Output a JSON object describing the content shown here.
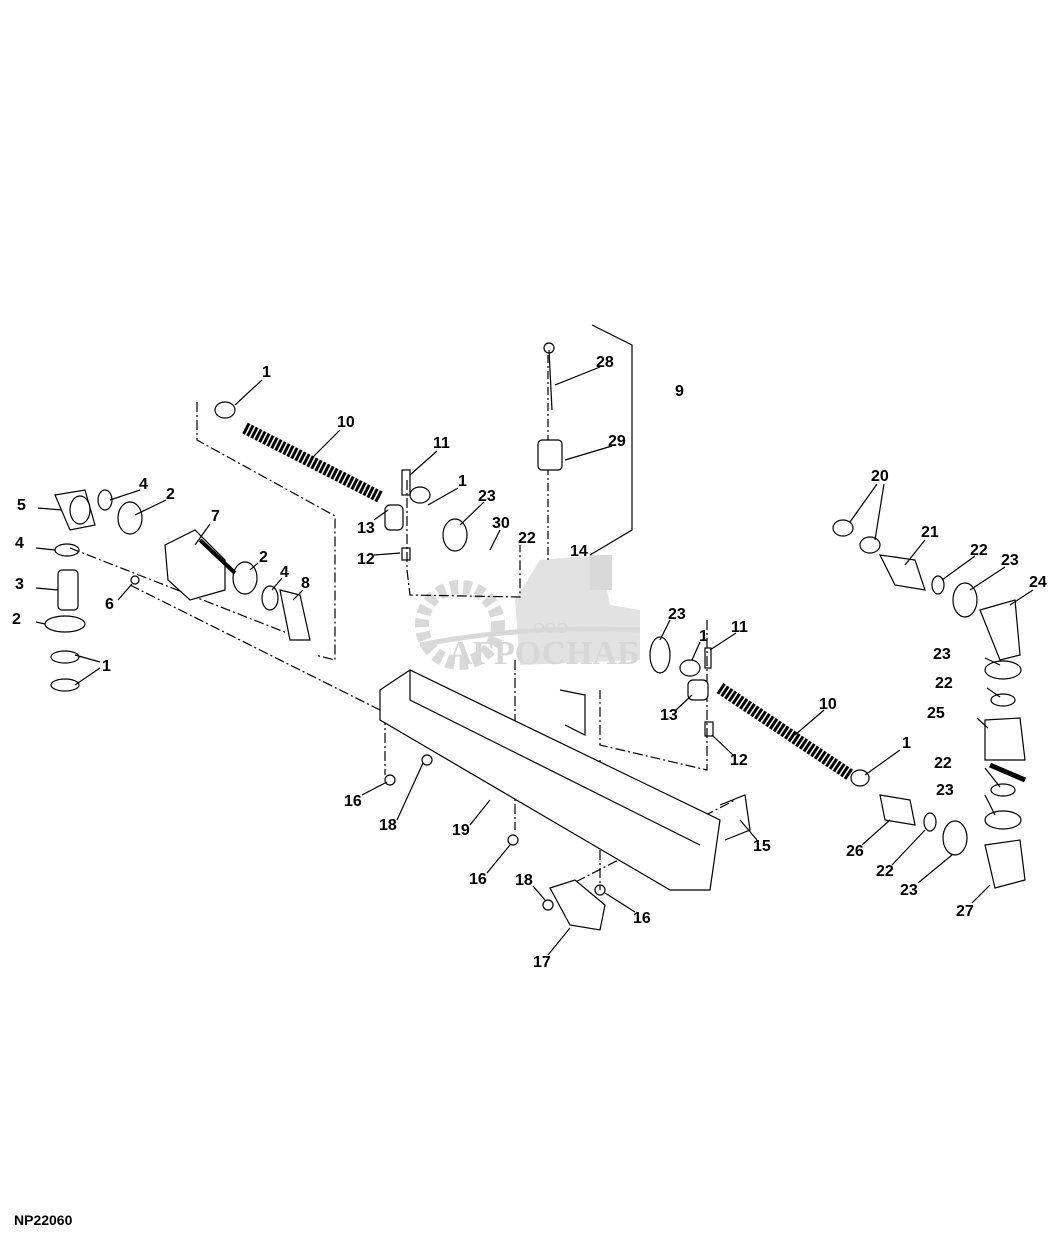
{
  "figure_id": "NP22060",
  "watermark": {
    "line1": "ООО",
    "line2": "АГРОСНАБ"
  },
  "callouts": [
    "1",
    "10",
    "11",
    "1",
    "23",
    "30",
    "22",
    "14",
    "28",
    "9",
    "29",
    "5",
    "4",
    "2",
    "4",
    "7",
    "3",
    "2",
    "4",
    "8",
    "6",
    "2",
    "1",
    "13",
    "12",
    "20",
    "21",
    "22",
    "23",
    "24",
    "23",
    "1",
    "11",
    "13",
    "10",
    "12",
    "23",
    "22",
    "25",
    "1",
    "22",
    "23",
    "16",
    "18",
    "19",
    "15",
    "26",
    "22",
    "23",
    "27",
    "16",
    "18",
    "16",
    "17"
  ]
}
